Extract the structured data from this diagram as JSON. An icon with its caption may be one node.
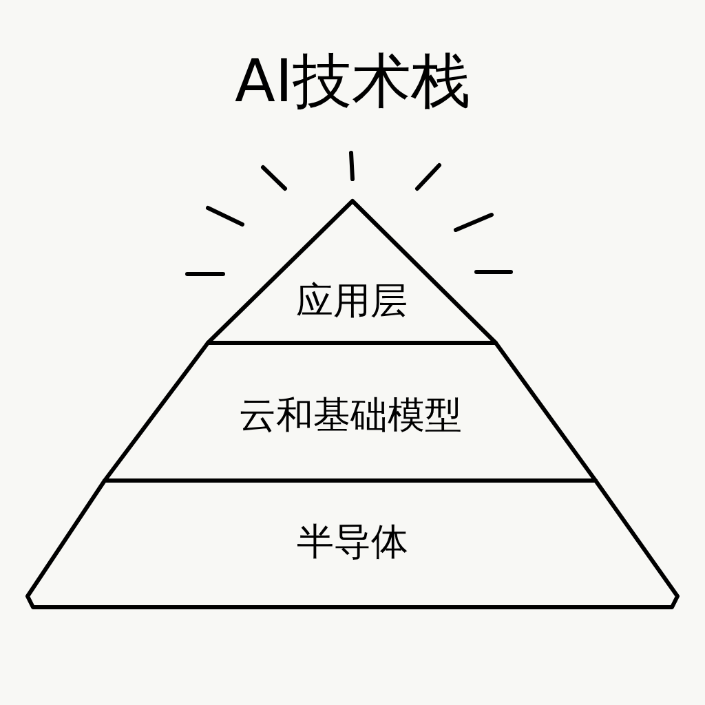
{
  "diagram": {
    "title": "AI技术栈",
    "nodes": [
      {
        "text": [
          "应用层"
        ]
      },
      {
        "text": [
          "云和基础模型"
        ]
      },
      {
        "text": [
          "半导体"
        ]
      }
    ]
  }
}
